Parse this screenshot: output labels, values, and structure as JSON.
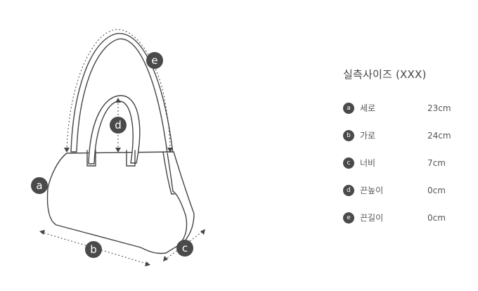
{
  "title": "실측사이즈 (XXX)",
  "measurements": [
    {
      "key": "a",
      "label": "세로",
      "value": "23cm"
    },
    {
      "key": "b",
      "label": "가로",
      "value": "24cm"
    },
    {
      "key": "c",
      "label": "너비",
      "value": "7cm"
    },
    {
      "key": "d",
      "label": "끈높이",
      "value": "0cm"
    },
    {
      "key": "e",
      "label": "끈길이",
      "value": "0cm"
    }
  ],
  "diagram": {
    "badges": [
      "a",
      "b",
      "c",
      "d",
      "e"
    ]
  },
  "colors": {
    "badge": "#4a4a4a",
    "outline": "#444444",
    "text": "#555555"
  }
}
